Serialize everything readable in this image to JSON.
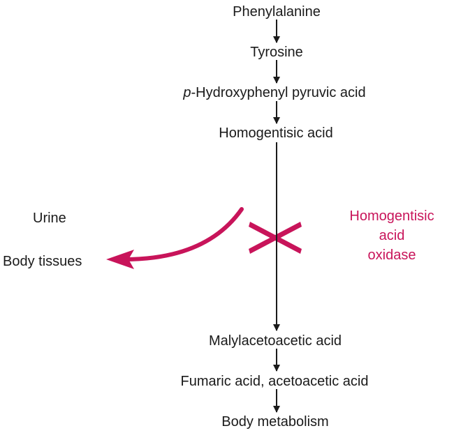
{
  "pathway": {
    "steps": [
      "Phenylalanine",
      "Tyrosine",
      "p-Hydroxyphenyl pyruvic acid",
      "Homogentisic acid",
      "Malylacetoacetic acid",
      "Fumaric acid, acetoacetic acid",
      "Body metabolism"
    ],
    "step3_prefix": "p",
    "step3_rest": "-Hydroxyphenyl pyruvic acid"
  },
  "diversion": {
    "urine": "Urine",
    "body_tissues": "Body tissues"
  },
  "enzyme": {
    "lines": [
      "Homogentisic",
      "acid",
      "oxidase"
    ],
    "status": "blocked"
  },
  "colors": {
    "accent": "#c8145a",
    "text": "#1a1a1a"
  }
}
